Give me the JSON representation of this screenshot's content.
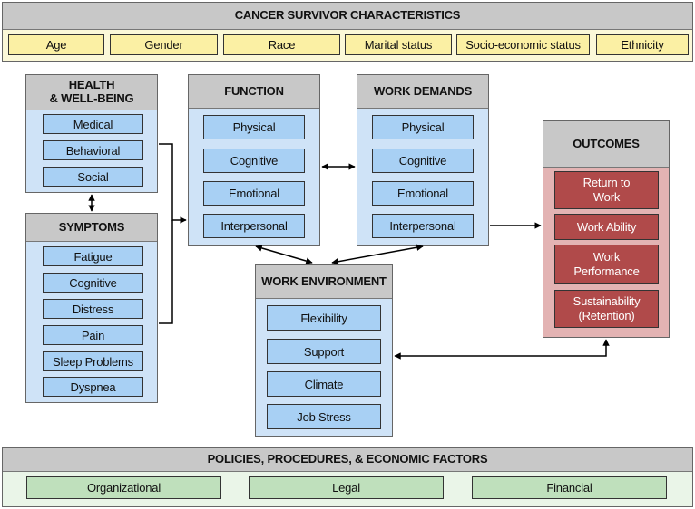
{
  "characteristics": {
    "title": "CANCER SURVIVOR CHARACTERISTICS",
    "items": [
      "Age",
      "Gender",
      "Race",
      "Marital status",
      "Socio-economic status",
      "Ethnicity"
    ]
  },
  "health": {
    "title_line1": "HEALTH",
    "title_line2": "& WELL-BEING",
    "items": [
      "Medical",
      "Behavioral",
      "Social"
    ]
  },
  "symptoms": {
    "title": "SYMPTOMS",
    "items": [
      "Fatigue",
      "Cognitive",
      "Distress",
      "Pain",
      "Sleep Problems",
      "Dyspnea"
    ]
  },
  "function": {
    "title": "FUNCTION",
    "items": [
      "Physical",
      "Cognitive",
      "Emotional",
      "Interpersonal"
    ]
  },
  "work_demands": {
    "title": "WORK DEMANDS",
    "items": [
      "Physical",
      "Cognitive",
      "Emotional",
      "Interpersonal"
    ]
  },
  "work_environment": {
    "title": "WORK ENVIRONMENT",
    "items": [
      "Flexibility",
      "Support",
      "Climate",
      "Job Stress"
    ]
  },
  "outcomes": {
    "title": "OUTCOMES",
    "items": [
      {
        "line1": "Return to",
        "line2": "Work"
      },
      {
        "line1": "Work Ability",
        "line2": ""
      },
      {
        "line1": "Work",
        "line2": "Performance"
      },
      {
        "line1": "Sustainability",
        "line2": "(Retention)"
      }
    ]
  },
  "policies": {
    "title": "POLICIES, PROCEDURES, & ECONOMIC FACTORS",
    "items": [
      "Organizational",
      "Legal",
      "Financial"
    ]
  },
  "colors": {
    "header_gray": "#c8c8c8",
    "box_blue": "#a8d0f4",
    "box_yellow": "#fbf0a4",
    "box_green": "#bfe0bc",
    "box_red": "#b04a4a"
  }
}
